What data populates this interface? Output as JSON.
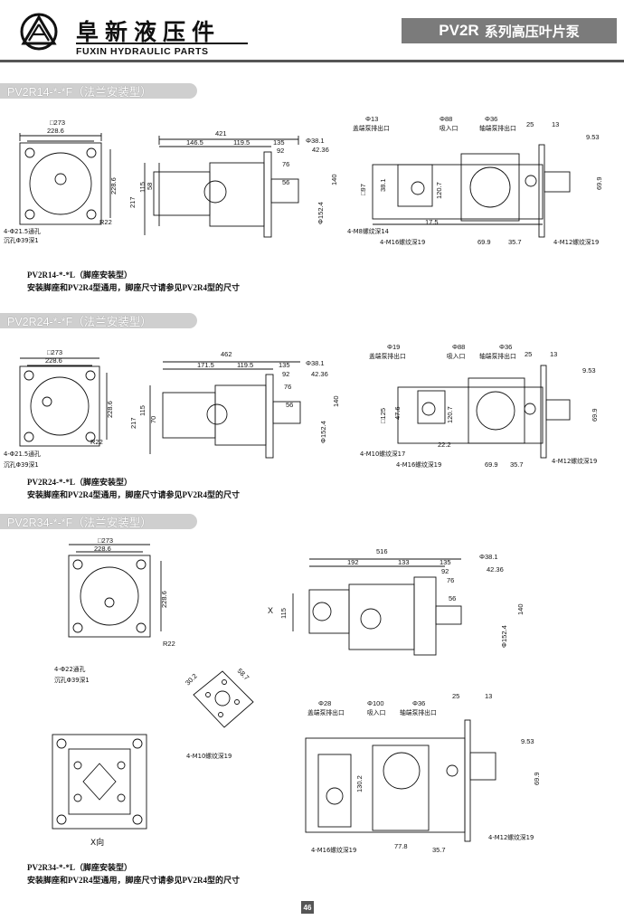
{
  "header": {
    "company_cn": "阜新液压件",
    "company_en": "FUXIN HYDRAULIC PARTS",
    "title_model": "PV2R",
    "title_text": "系列高压叶片泵"
  },
  "sections": [
    {
      "title": "PV2R14-*-*F（法兰安装型）",
      "note_line1": "PV2R14-*-*L（脚座安装型）",
      "note_line2": "安装脚座和PV2R4型通用，脚座尺寸请参见PV2R4型的尺寸",
      "front": {
        "w1": "□273",
        "w2": "228.6",
        "h": "228.6",
        "r": "R22",
        "hole1": "4-Φ21.5通孔",
        "hole2": "沉孔Φ39深1"
      },
      "side": {
        "d421": "421",
        "d146": "146.5",
        "d119": "119.5",
        "d135": "135",
        "d92": "92",
        "d76": "76",
        "d56": "56",
        "d381": "Φ38.1",
        "d423": "42.36",
        "d152": "Φ152.4",
        "d140": "140",
        "d217": "217",
        "d115": "115",
        "d58": "58"
      },
      "end": {
        "p1": "Φ13",
        "p1_cn": "盖端泵排出口",
        "p2": "Φ88",
        "p2_cn": "吸入口",
        "p3": "Φ36",
        "p3_cn": "轴端泵排出口",
        "d25": "25",
        "d13": "13",
        "d953": "9.53",
        "d699": "69.9",
        "d97": "□97",
        "d381": "38.1",
        "d1207": "120.7",
        "d175": "17.5",
        "d699b": "69.9",
        "d357": "35.7",
        "m1": "4-M8螺纹深14",
        "m2": "4-M16螺纹深19",
        "m3": "4-M12螺纹深19"
      }
    },
    {
      "title": "PV2R24-*-*F（法兰安装型）",
      "note_line1": "PV2R24-*-*L（脚座安装型）",
      "note_line2": "安装脚座和PV2R4型通用，脚座尺寸请参见PV2R4型的尺寸",
      "front": {
        "w1": "□273",
        "w2": "228.6",
        "h": "228.6",
        "r": "R22",
        "hole1": "4-Φ21.5通孔",
        "hole2": "沉孔Φ39深1"
      },
      "side": {
        "d462": "462",
        "d171": "171.5",
        "d119": "119.5",
        "d135": "135",
        "d92": "92",
        "d76": "76",
        "d56": "56",
        "d381": "Φ38.1",
        "d423": "42.36",
        "d152": "Φ152.4",
        "d140": "140",
        "d217": "217",
        "d115": "115",
        "d70": "70"
      },
      "end": {
        "p1": "Φ19",
        "p1_cn": "盖端泵排出口",
        "p2": "Φ88",
        "p2_cn": "吸入口",
        "p3": "Φ36",
        "p3_cn": "轴端泵排出口",
        "d25": "25",
        "d13": "13",
        "d953": "9.53",
        "d699": "69.9",
        "d125": "□125",
        "d476": "47.6",
        "d1207": "120.7",
        "d222": "22.2",
        "d699b": "69.9",
        "d357": "35.7",
        "m1": "4-M10螺纹深17",
        "m2": "4-M16螺纹深19",
        "m3": "4-M12螺纹深19"
      }
    },
    {
      "title": "PV2R34-*-*F（法兰安装型）",
      "note_line1": "PV2R34-*-*L（脚座安装型）",
      "note_line2": "安装脚座和PV2R4型通用，脚座尺寸请参见PV2R4型的尺寸",
      "front": {
        "w1": "□273",
        "w2": "228.6",
        "h": "228.6",
        "r": "R22",
        "hole1": "4-Φ22通孔",
        "hole2": "沉孔Φ39深1"
      },
      "side": {
        "d516": "516",
        "d192": "192",
        "d133": "133",
        "d135": "135",
        "d92": "92",
        "d76": "76",
        "d56": "56",
        "d381": "Φ38.1",
        "d423": "42.36",
        "d152": "Φ152.4",
        "d140": "140",
        "d115": "115",
        "x": "X"
      },
      "flange": {
        "d302": "30.2",
        "d587": "58.7",
        "m": "4-M10螺纹深19"
      },
      "xview": "X向",
      "end": {
        "p1": "Φ28",
        "p1_cn": "盖端泵排出口",
        "p2": "Φ100",
        "p2_cn": "吸入口",
        "p3": "Φ36",
        "p3_cn": "轴端泵排出口",
        "d25": "25",
        "d13": "13",
        "d953": "9.53",
        "d699": "69.9",
        "d1302": "130.2",
        "d778": "77.8",
        "d357": "35.7",
        "m2": "4-M16螺纹深19",
        "m3": "4-M12螺纹深19"
      }
    }
  ],
  "page_number": "46"
}
